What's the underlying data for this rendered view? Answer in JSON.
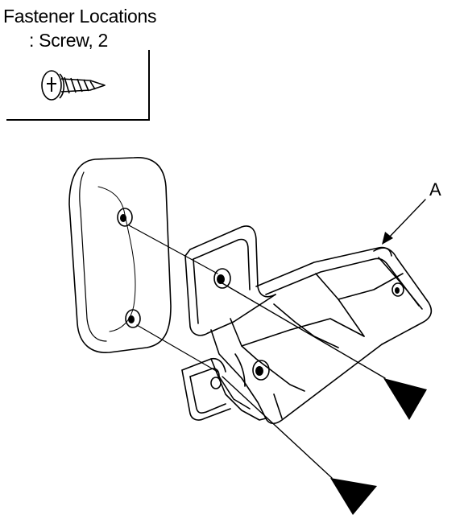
{
  "legend": {
    "title": "Fastener Locations",
    "subtitle": ": Screw, 2",
    "fastener_icon": "screw-icon"
  },
  "callout": {
    "label": "A"
  },
  "parts": {
    "pad_icon": "mounting-pad-icon",
    "bracket_icon": "bracket-icon",
    "arrow_icon": "triangle-pointer-icon"
  },
  "colors": {
    "line": "#000000",
    "background": "#ffffff"
  }
}
